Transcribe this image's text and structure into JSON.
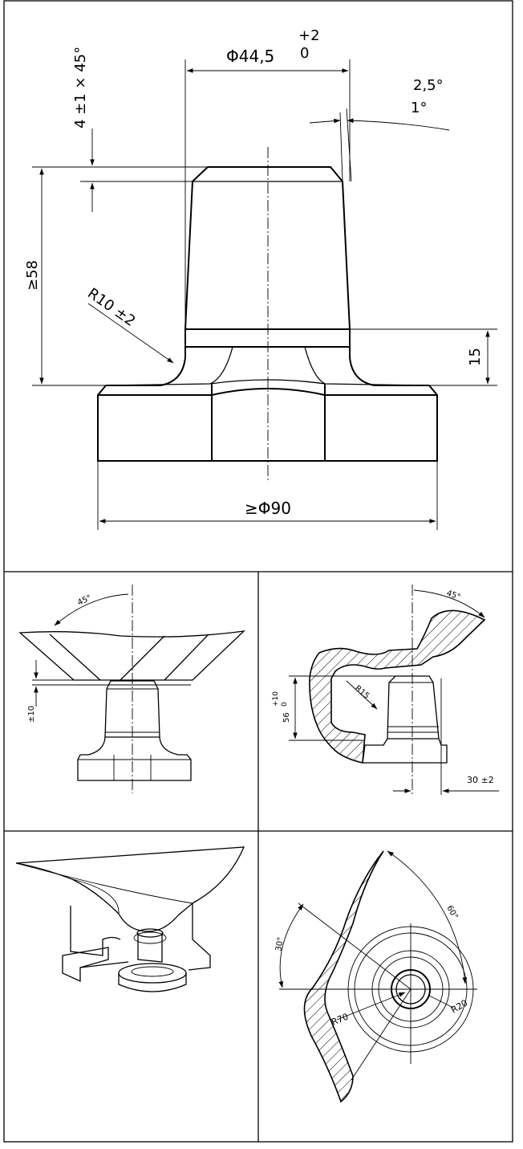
{
  "main_view": {
    "dims": {
      "diameter_top": "Φ44,5",
      "diameter_tol_upper": "+2",
      "diameter_tol_lower": "0",
      "chamfer": "4 ±1 × 45°",
      "angle_outer": "2,5°",
      "angle_inner": "1°",
      "height": "≥58",
      "radius": "R10 ±2",
      "collar_height": "15",
      "base_diameter": "≥Φ90"
    }
  },
  "view_tilt_side": {
    "angle": "45°",
    "tolerance": "±10"
  },
  "view_section": {
    "angle": "45°",
    "radius": "R15",
    "height": "56",
    "height_tol_upper": "+10",
    "height_tol_lower": "0",
    "offset": "30 ±2"
  },
  "view_iso": {},
  "view_plan": {
    "angle_left": "30°",
    "angle_right": "60°",
    "radius_large": "R70",
    "radius_small": "R20"
  }
}
